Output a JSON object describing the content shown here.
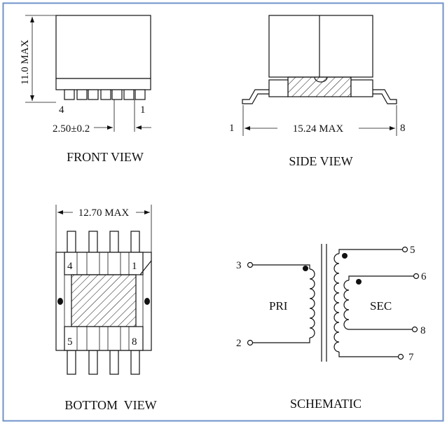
{
  "colors": {
    "border": "#6f93c8",
    "ink": "#111111"
  },
  "front": {
    "title": "FRONT VIEW",
    "height_dim": "11.0 MAX",
    "pitch_dim": "2.50±0.2",
    "pin_left": "4",
    "pin_right": "1"
  },
  "side": {
    "title": "SIDE VIEW",
    "length_dim": "15.24 MAX",
    "pin_left": "1",
    "pin_right": "8"
  },
  "bottom": {
    "title": "BOTTOM  VIEW",
    "width_dim": "12.70 MAX",
    "pins": [
      "4",
      "1",
      "5",
      "8"
    ]
  },
  "schematic": {
    "title": "SCHEMATIC",
    "primary_label": "PRI",
    "secondary_label": "SEC",
    "pins": [
      "3",
      "2",
      "5",
      "6",
      "8",
      "7"
    ]
  }
}
